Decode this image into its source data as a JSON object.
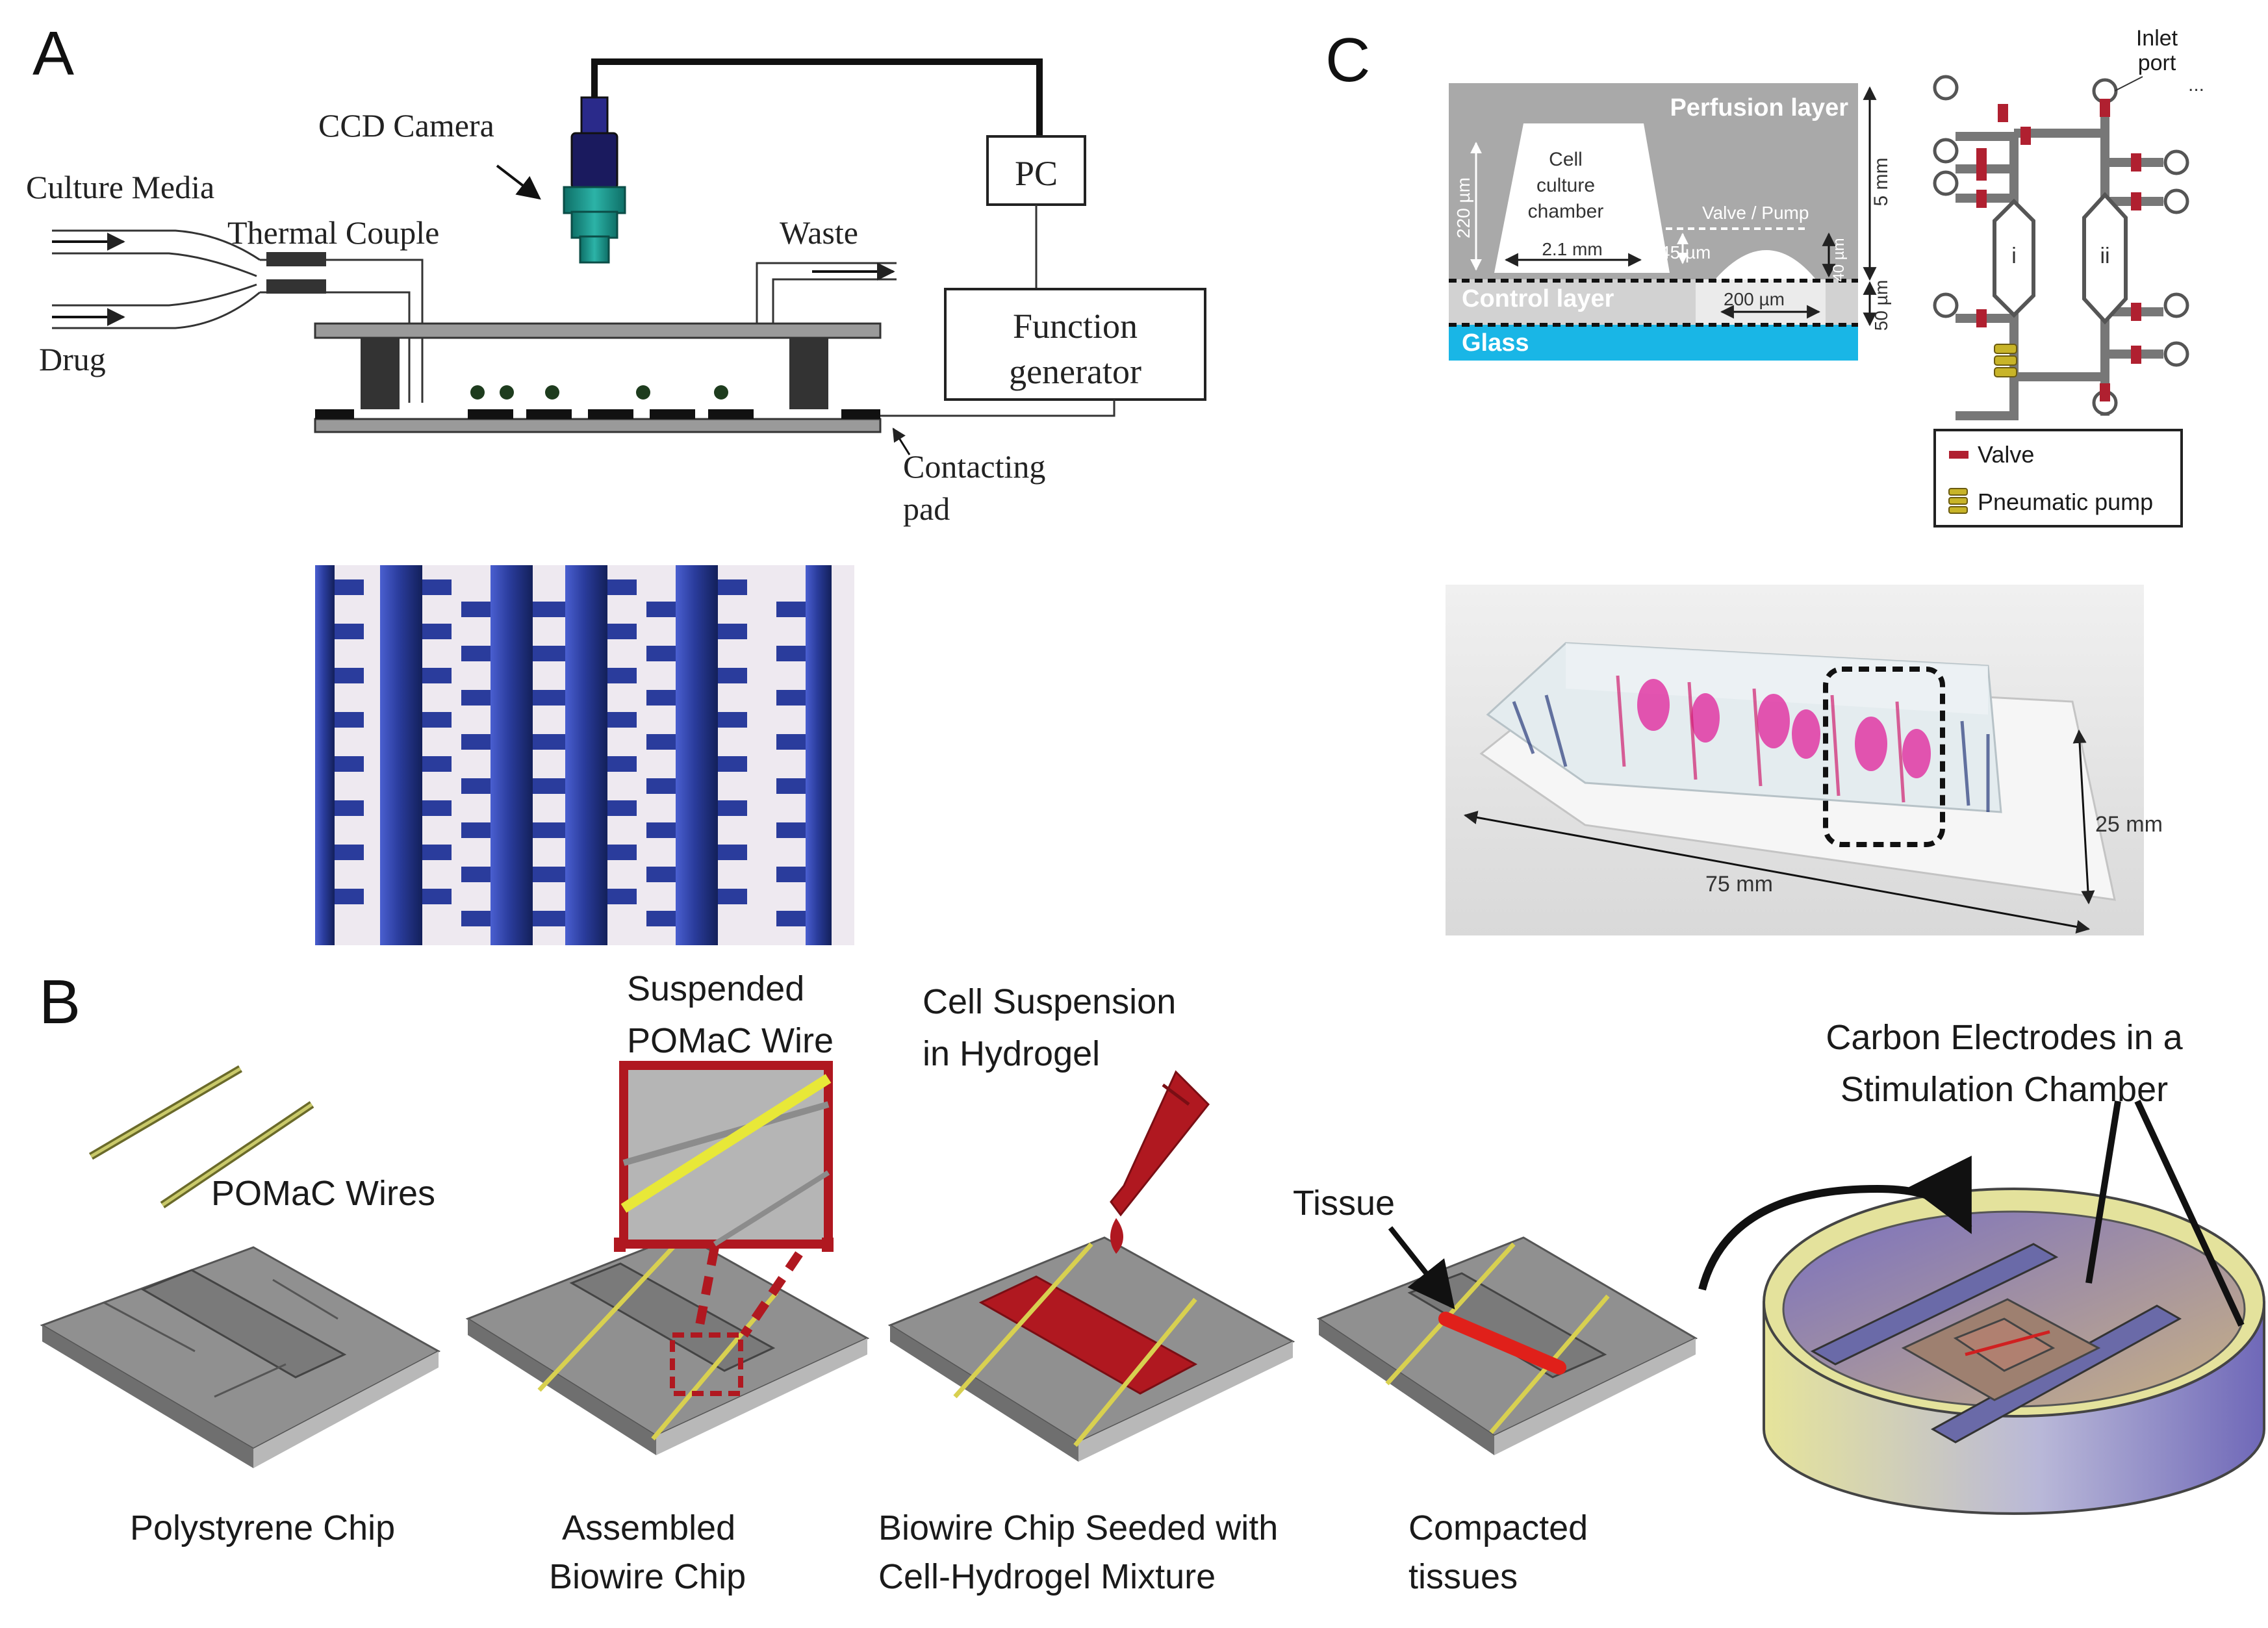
{
  "panels": {
    "a": {
      "label": "A",
      "ccd_camera": "CCD Camera",
      "culture_media": "Culture Media",
      "thermal_couple": "Thermal Couple",
      "drug": "Drug",
      "waste": "Waste",
      "pc": "PC",
      "function_generator_1": "Function",
      "function_generator_2": "generator",
      "contacting_pad_1": "Contacting",
      "contacting_pad_2": "pad"
    },
    "b": {
      "label": "B",
      "pomac_wires": "POMaC Wires",
      "suspended_1": "Suspended",
      "suspended_2": "POMaC Wire",
      "cell_suspension_1": "Cell Suspension",
      "cell_suspension_2": "in Hydrogel",
      "tissue": "Tissue",
      "carbon_1": "Carbon Electrodes in a",
      "carbon_2": "Stimulation Chamber",
      "polystyrene_chip": "Polystyrene Chip",
      "assembled_1": "Assembled",
      "assembled_2": "Biowire Chip",
      "seeded_1": "Biowire Chip Seeded with",
      "seeded_2": "Cell-Hydrogel Mixture",
      "compacted_1": "Compacted",
      "compacted_2": "tissues"
    },
    "c": {
      "label": "C",
      "perfusion_layer": "Perfusion layer",
      "cell_1": "Cell",
      "cell_2": "culture",
      "cell_3": "chamber",
      "h220": "220 µm",
      "w21": "2.1 mm",
      "h45": "45 µm",
      "valve_pump": "Valve / Pump",
      "h5mm": "5 mm",
      "h40": "40 µm",
      "control_layer": "Control layer",
      "w200": "200 µm",
      "h50": "50 µm",
      "glass": "Glass",
      "inlet_1": "Inlet",
      "inlet_2": "port",
      "ellipsis": "...",
      "chamber_i": "i",
      "chamber_ii": "ii",
      "legend_valve": "Valve",
      "legend_pump": "Pneumatic pump",
      "dim_75": "75 mm",
      "dim_25": "25 mm"
    }
  },
  "colors": {
    "electrode_blue": "#2a3c9c",
    "perfusion_gray": "#a9a9a9",
    "glass_cyan": "#19b6e6",
    "valve_red": "#b02030",
    "tissue_red": "#b01820",
    "pomac_yellow": "#d8d050",
    "chip_gray": "#8a8a8a",
    "camera_teal": "#1a9a90"
  }
}
